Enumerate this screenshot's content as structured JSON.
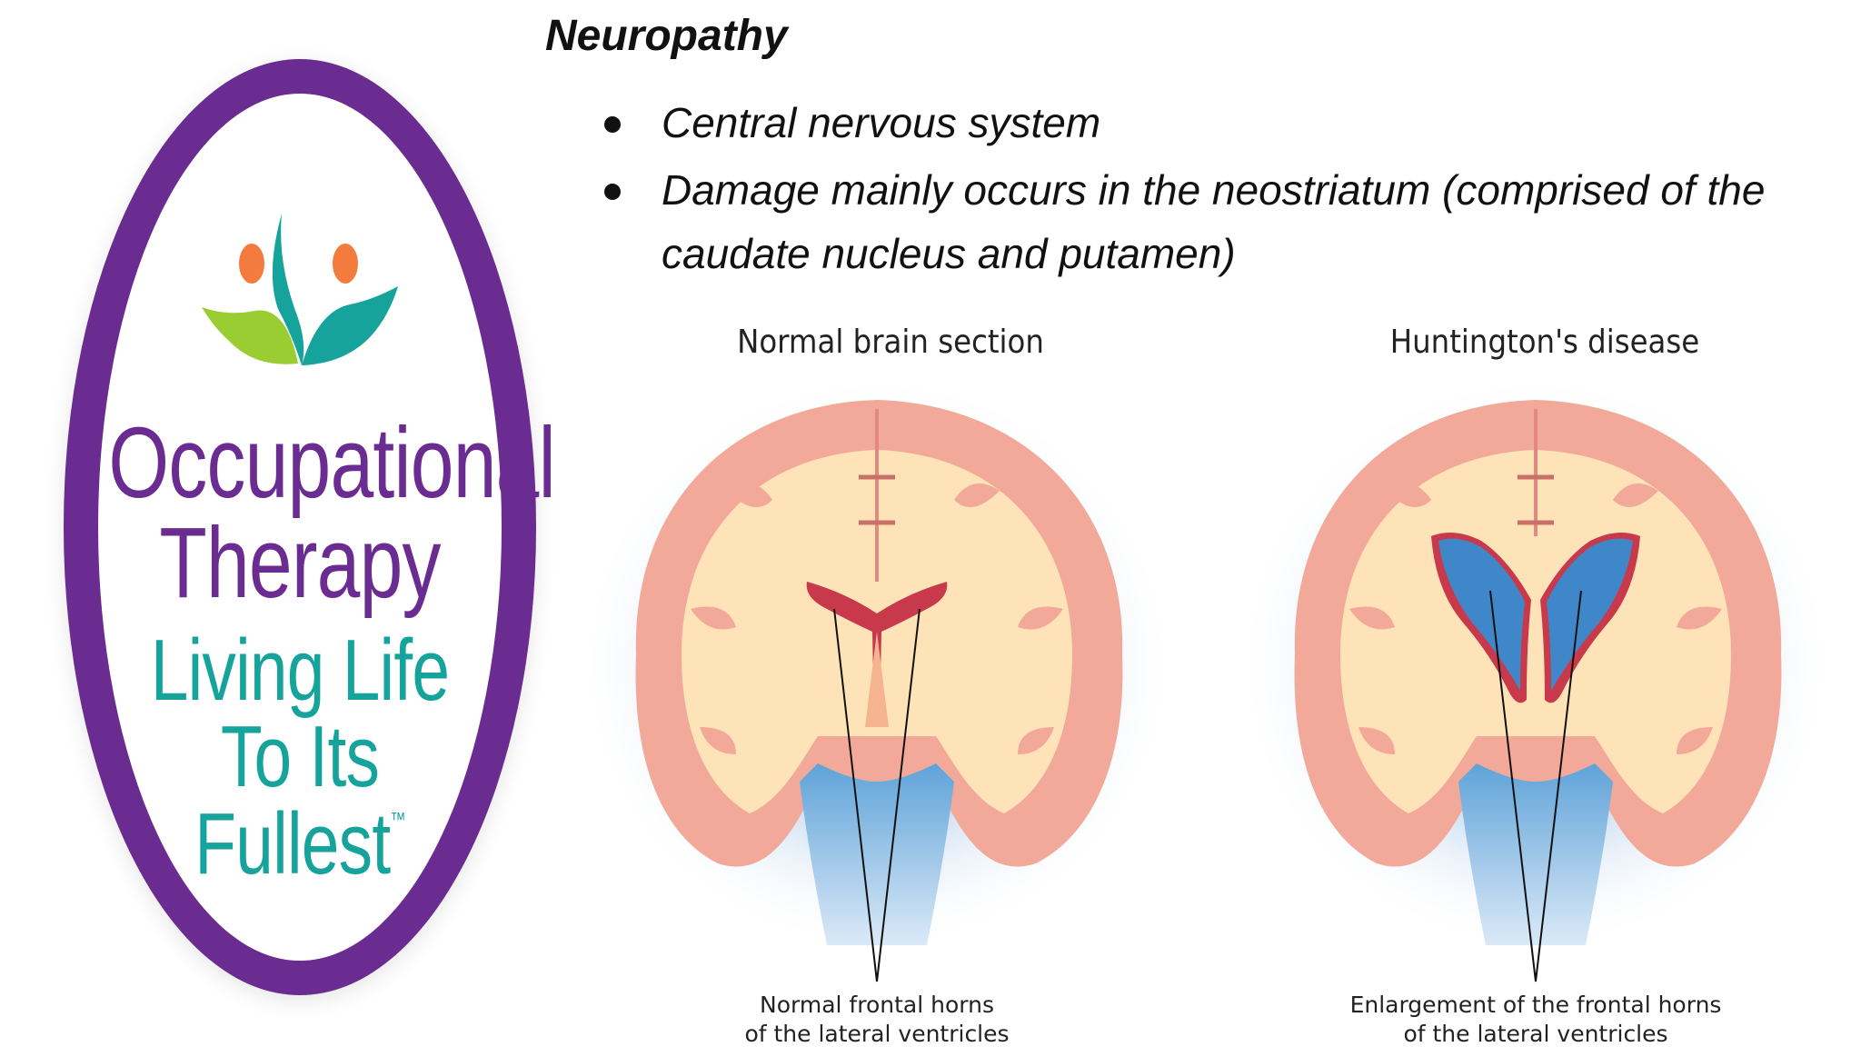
{
  "logo": {
    "line1": "Occupational",
    "line2": "Therapy",
    "line3": "Living Life",
    "line4": "To Its Fullest",
    "trademark": "™",
    "ring_color": "#6a2c91",
    "teal_color": "#15a39b",
    "orange_color": "#f47b3e",
    "green_color": "#9acd32"
  },
  "slide": {
    "title": "Neuropathy",
    "bullets": [
      "Central nervous system",
      "Damage mainly occurs in the neostriatum (comprised of the caudate nucleus and putamen)"
    ]
  },
  "figure": {
    "left_label": "Normal brain section",
    "right_label": "Huntington's disease",
    "left_caption_line1": "Normal frontal horns",
    "left_caption_line2": "of the lateral ventricles",
    "right_caption_line1": "Enlargement of the frontal horns",
    "right_caption_line2": "of the lateral ventricles",
    "colors": {
      "cortex": "#f2a99a",
      "white_matter": "#fde3b7",
      "ventricle_normal": "#c8394b",
      "ventricle_enlarged": "#3f87c8",
      "fluid_blue": "#9cc7ea",
      "halo": "#dfe9f5"
    }
  }
}
